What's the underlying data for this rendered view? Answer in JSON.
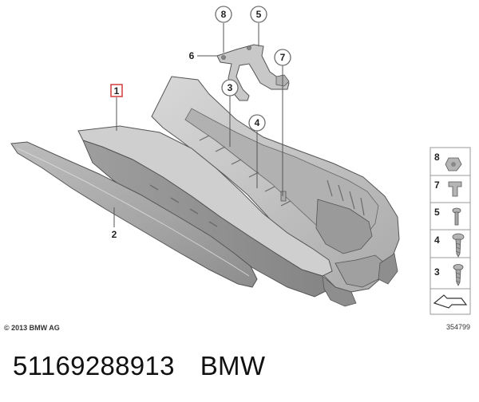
{
  "diagram": {
    "callouts": {
      "c1": "1",
      "c2": "2",
      "c3": "3",
      "c4": "4",
      "c5": "5",
      "c6": "6",
      "c7": "7",
      "c8": "8"
    },
    "legend": [
      "8",
      "7",
      "5",
      "4",
      "3"
    ],
    "copyright": "© 2013 BMW AG",
    "ref_number": "354799"
  },
  "caption": {
    "part_number": "51169288913",
    "brand": "BMW"
  }
}
